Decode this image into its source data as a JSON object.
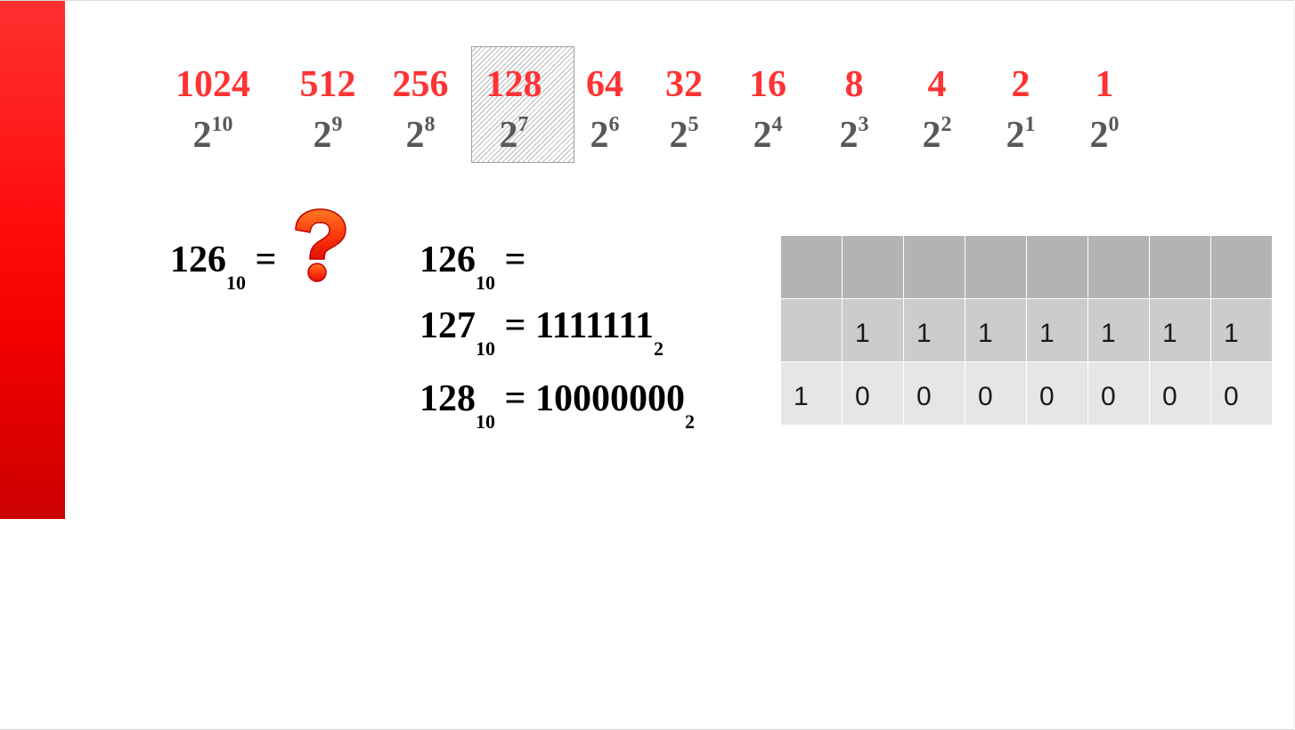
{
  "powers": [
    {
      "value": "1024",
      "base": "2",
      "exp": "10"
    },
    {
      "value": "512",
      "base": "2",
      "exp": "9"
    },
    {
      "value": "256",
      "base": "2",
      "exp": "8"
    },
    {
      "value": "128",
      "base": "2",
      "exp": "7"
    },
    {
      "value": "64",
      "base": "2",
      "exp": "6"
    },
    {
      "value": "32",
      "base": "2",
      "exp": "5"
    },
    {
      "value": "16",
      "base": "2",
      "exp": "4"
    },
    {
      "value": "8",
      "base": "2",
      "exp": "3"
    },
    {
      "value": "4",
      "base": "2",
      "exp": "2"
    },
    {
      "value": "2",
      "base": "2",
      "exp": "1"
    },
    {
      "value": "1",
      "base": "2",
      "exp": "0"
    }
  ],
  "question": {
    "number": "126",
    "base": "10",
    "equals": "=",
    "icon": "question-mark-icon"
  },
  "equations": [
    {
      "left": "126",
      "left_base": "10",
      "right": "",
      "right_base": ""
    },
    {
      "left": "127",
      "left_base": "10",
      "right": "1111111",
      "right_base": "2"
    },
    {
      "left": "128",
      "left_base": "10",
      "right": "10000000",
      "right_base": "2"
    }
  ],
  "equals_sign": "=",
  "table": {
    "rows": [
      [
        "",
        "",
        "",
        "",
        "",
        "",
        "",
        ""
      ],
      [
        "",
        "1",
        "1",
        "1",
        "1",
        "1",
        "1",
        "1"
      ],
      [
        "1",
        "0",
        "0",
        "0",
        "0",
        "0",
        "0",
        "0"
      ]
    ]
  },
  "colors": {
    "accent_red": "#ff3333",
    "exponent_gray": "#595959",
    "table_header": "#b3b3b3",
    "table_row1": "#cccccc",
    "table_row2": "#e6e6e6"
  }
}
